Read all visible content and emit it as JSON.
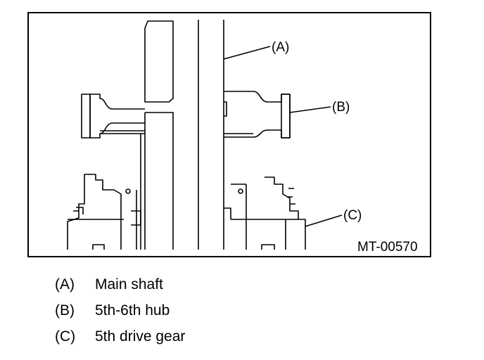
{
  "figure": {
    "id": "MT-00570",
    "callouts": {
      "a": "(A)",
      "b": "(B)",
      "c": "(C)"
    }
  },
  "legend": [
    {
      "key": "(A)",
      "label": "Main shaft"
    },
    {
      "key": "(B)",
      "label": "5th-6th hub"
    },
    {
      "key": "(C)",
      "label": "5th drive gear"
    }
  ],
  "colors": {
    "line": "#000000",
    "background": "#ffffff"
  }
}
